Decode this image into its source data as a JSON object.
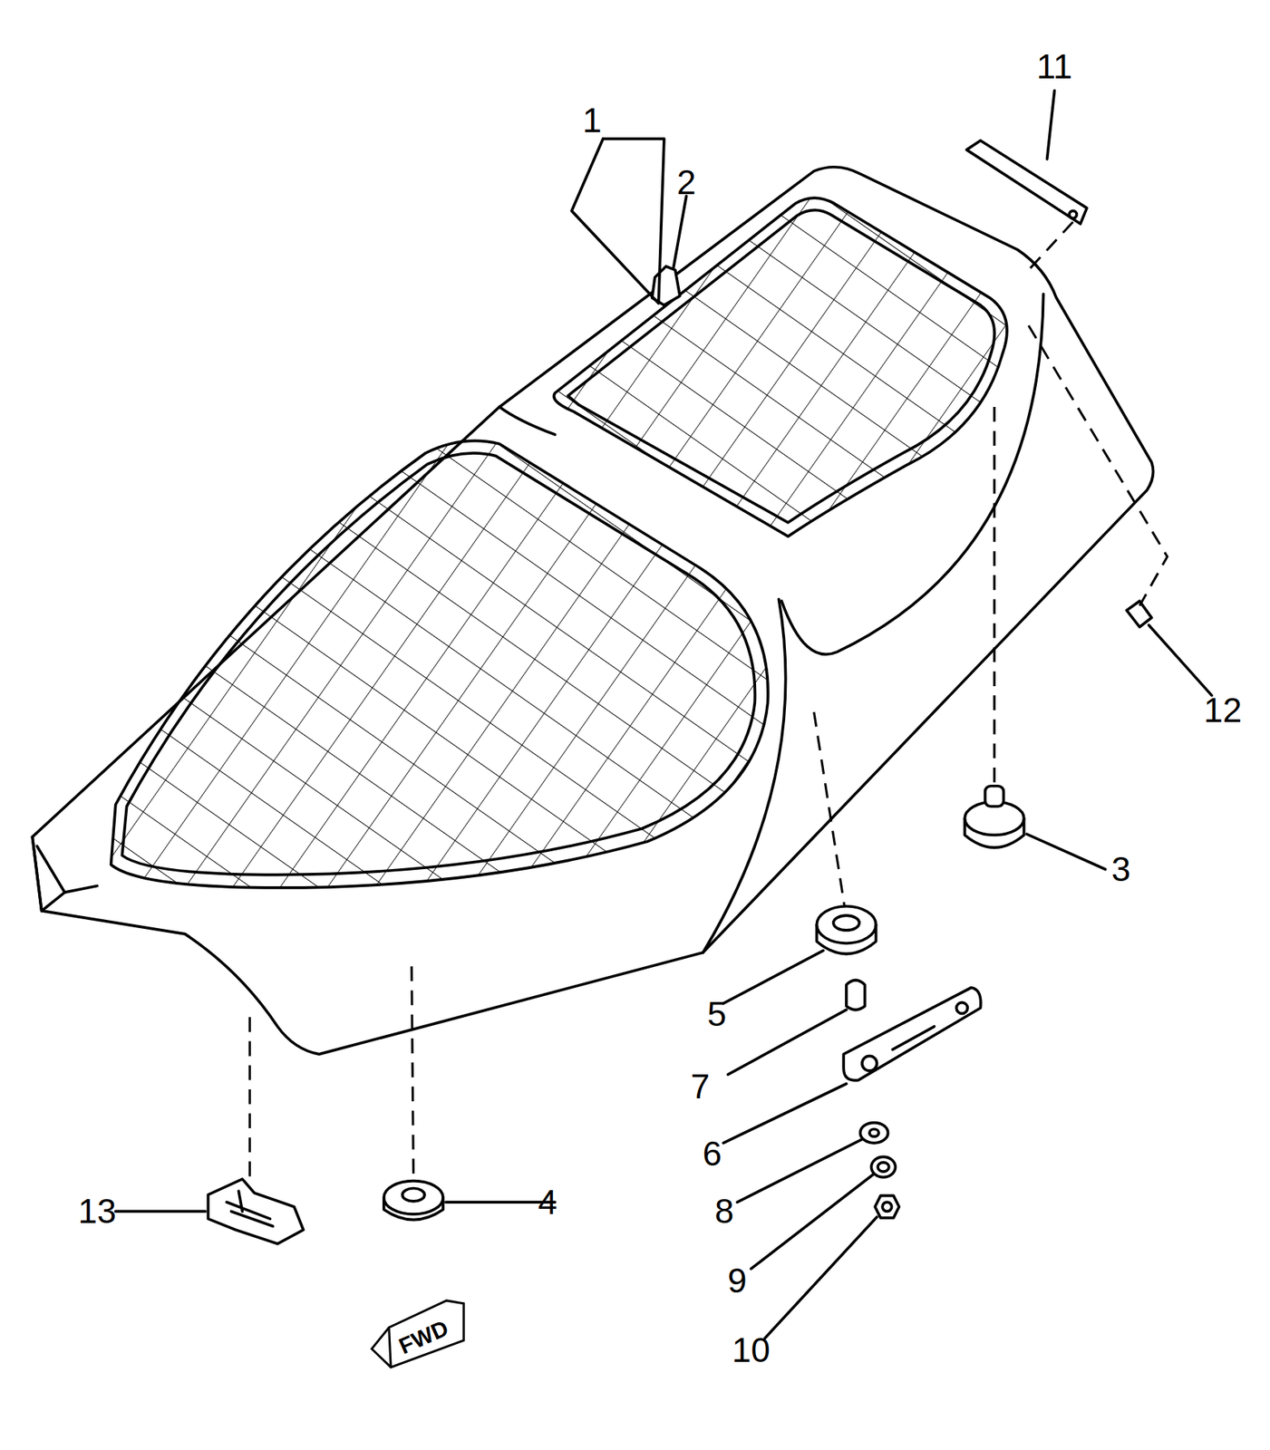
{
  "diagram": {
    "nodes": [
      {
        "text": [
          "FWD"
        ]
      }
    ],
    "labels": [
      "1",
      "2",
      "3",
      "4",
      "5",
      "6",
      "7",
      "8",
      "9",
      "10",
      "11",
      "12",
      "13"
    ]
  }
}
